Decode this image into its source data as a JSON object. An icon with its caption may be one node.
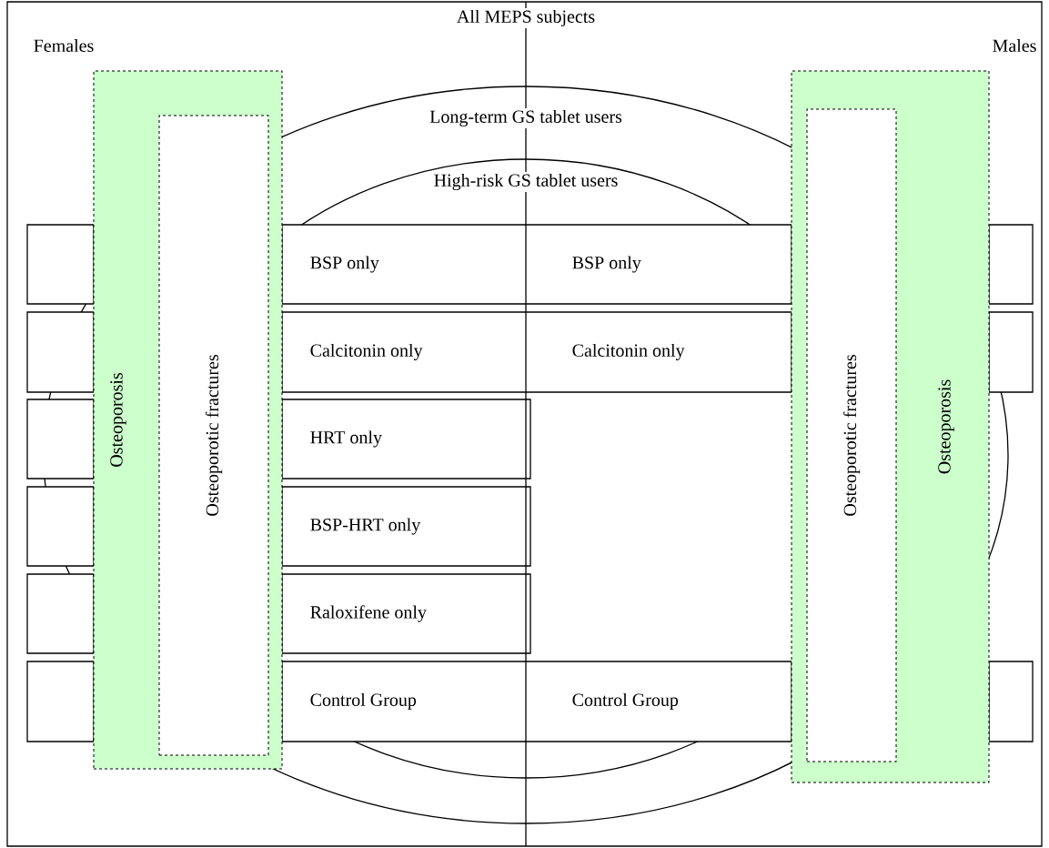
{
  "diagram": {
    "nodes": [
      {
        "text": [
          "All MEPS subjects"
        ]
      },
      {
        "text": [
          "Long-term GS tablet users"
        ],
        "in": 0
      },
      {
        "text": [
          "High-risk GS tablet users"
        ],
        "in": 1
      },
      {
        "text": [
          "BSP only",
          "BSP only"
        ],
        "in": 2
      },
      {
        "text": [
          "Calcitonin only",
          "Calcitonin only"
        ],
        "in": 2
      },
      {
        "text": [
          "HRT only"
        ],
        "in": 2
      },
      {
        "text": [
          "BSP-HRT only"
        ],
        "in": 2
      },
      {
        "text": [
          "Raloxifene only"
        ],
        "in": 2
      },
      {
        "text": [
          "Control Group",
          "Control Group"
        ],
        "in": 2
      },
      {
        "text": [
          "Osteoporosis"
        ],
        "in": 1
      },
      {
        "text": [
          "Osteoporotic fractures"
        ],
        "in": 9
      },
      {
        "text": [
          "Osteoporosis"
        ],
        "in": 1
      },
      {
        "text": [
          "Osteoporotic fractures"
        ],
        "in": 11
      },
      {
        "text": [],
        "shape": "box",
        "in": 0
      },
      {
        "text": [],
        "shape": "box",
        "in": 0
      },
      {
        "text": [],
        "shape": "box",
        "in": 0
      },
      {
        "text": [],
        "shape": "box",
        "in": 0
      },
      {
        "text": [],
        "shape": "box",
        "in": 0
      },
      {
        "text": [],
        "shape": "box",
        "in": 0
      },
      {
        "text": [],
        "shape": "box",
        "in": 0
      },
      {
        "text": [],
        "shape": "box",
        "in": 0
      },
      {
        "text": [],
        "shape": "box",
        "in": 0
      }
    ],
    "edges": [],
    "labels": [
      "Females",
      "Males"
    ]
  }
}
